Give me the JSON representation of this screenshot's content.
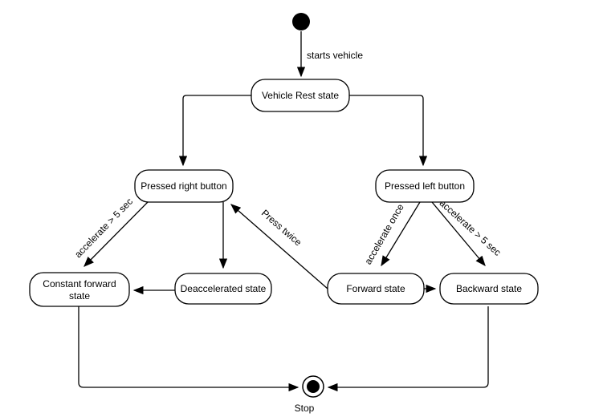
{
  "diagram": {
    "kind": "uml-state-machine",
    "background": "#ffffff",
    "colors": {
      "node_fill": "#ffffff",
      "node_stroke": "#000000",
      "edge_stroke": "#000000",
      "text": "#000000"
    },
    "nodes": {
      "initial": {
        "type": "initial-state"
      },
      "vehicle_rest": {
        "label": "Vehicle Rest state"
      },
      "pressed_right": {
        "label": "Pressed right button"
      },
      "pressed_left": {
        "label": "Pressed left button"
      },
      "constant_forward": {
        "label": "Constant forward state",
        "lines": [
          "Constant forward",
          "state"
        ]
      },
      "deaccelerated": {
        "label": "Deaccelerated state"
      },
      "forward": {
        "label": "Forward state"
      },
      "backward": {
        "label": "Backward state"
      },
      "final": {
        "type": "final-state",
        "label": "Stop"
      }
    },
    "edges": [
      {
        "from": "initial",
        "to": "vehicle_rest",
        "label": "starts vehicle"
      },
      {
        "from": "vehicle_rest",
        "to": "pressed_right",
        "label": ""
      },
      {
        "from": "vehicle_rest",
        "to": "pressed_left",
        "label": ""
      },
      {
        "from": "pressed_right",
        "to": "constant_forward",
        "label": "accelerate > 5 sec"
      },
      {
        "from": "pressed_right",
        "to": "deaccelerated",
        "label": ""
      },
      {
        "from": "forward",
        "to": "pressed_right",
        "label": "Press twice"
      },
      {
        "from": "pressed_left",
        "to": "forward",
        "label": "accelerate once"
      },
      {
        "from": "pressed_left",
        "to": "backward",
        "label": "accelerate > 5 sec"
      },
      {
        "from": "deaccelerated",
        "to": "constant_forward",
        "label": ""
      },
      {
        "from": "forward",
        "to": "backward",
        "label": ""
      },
      {
        "from": "constant_forward",
        "to": "final",
        "label": ""
      },
      {
        "from": "backward",
        "to": "final",
        "label": ""
      }
    ]
  }
}
